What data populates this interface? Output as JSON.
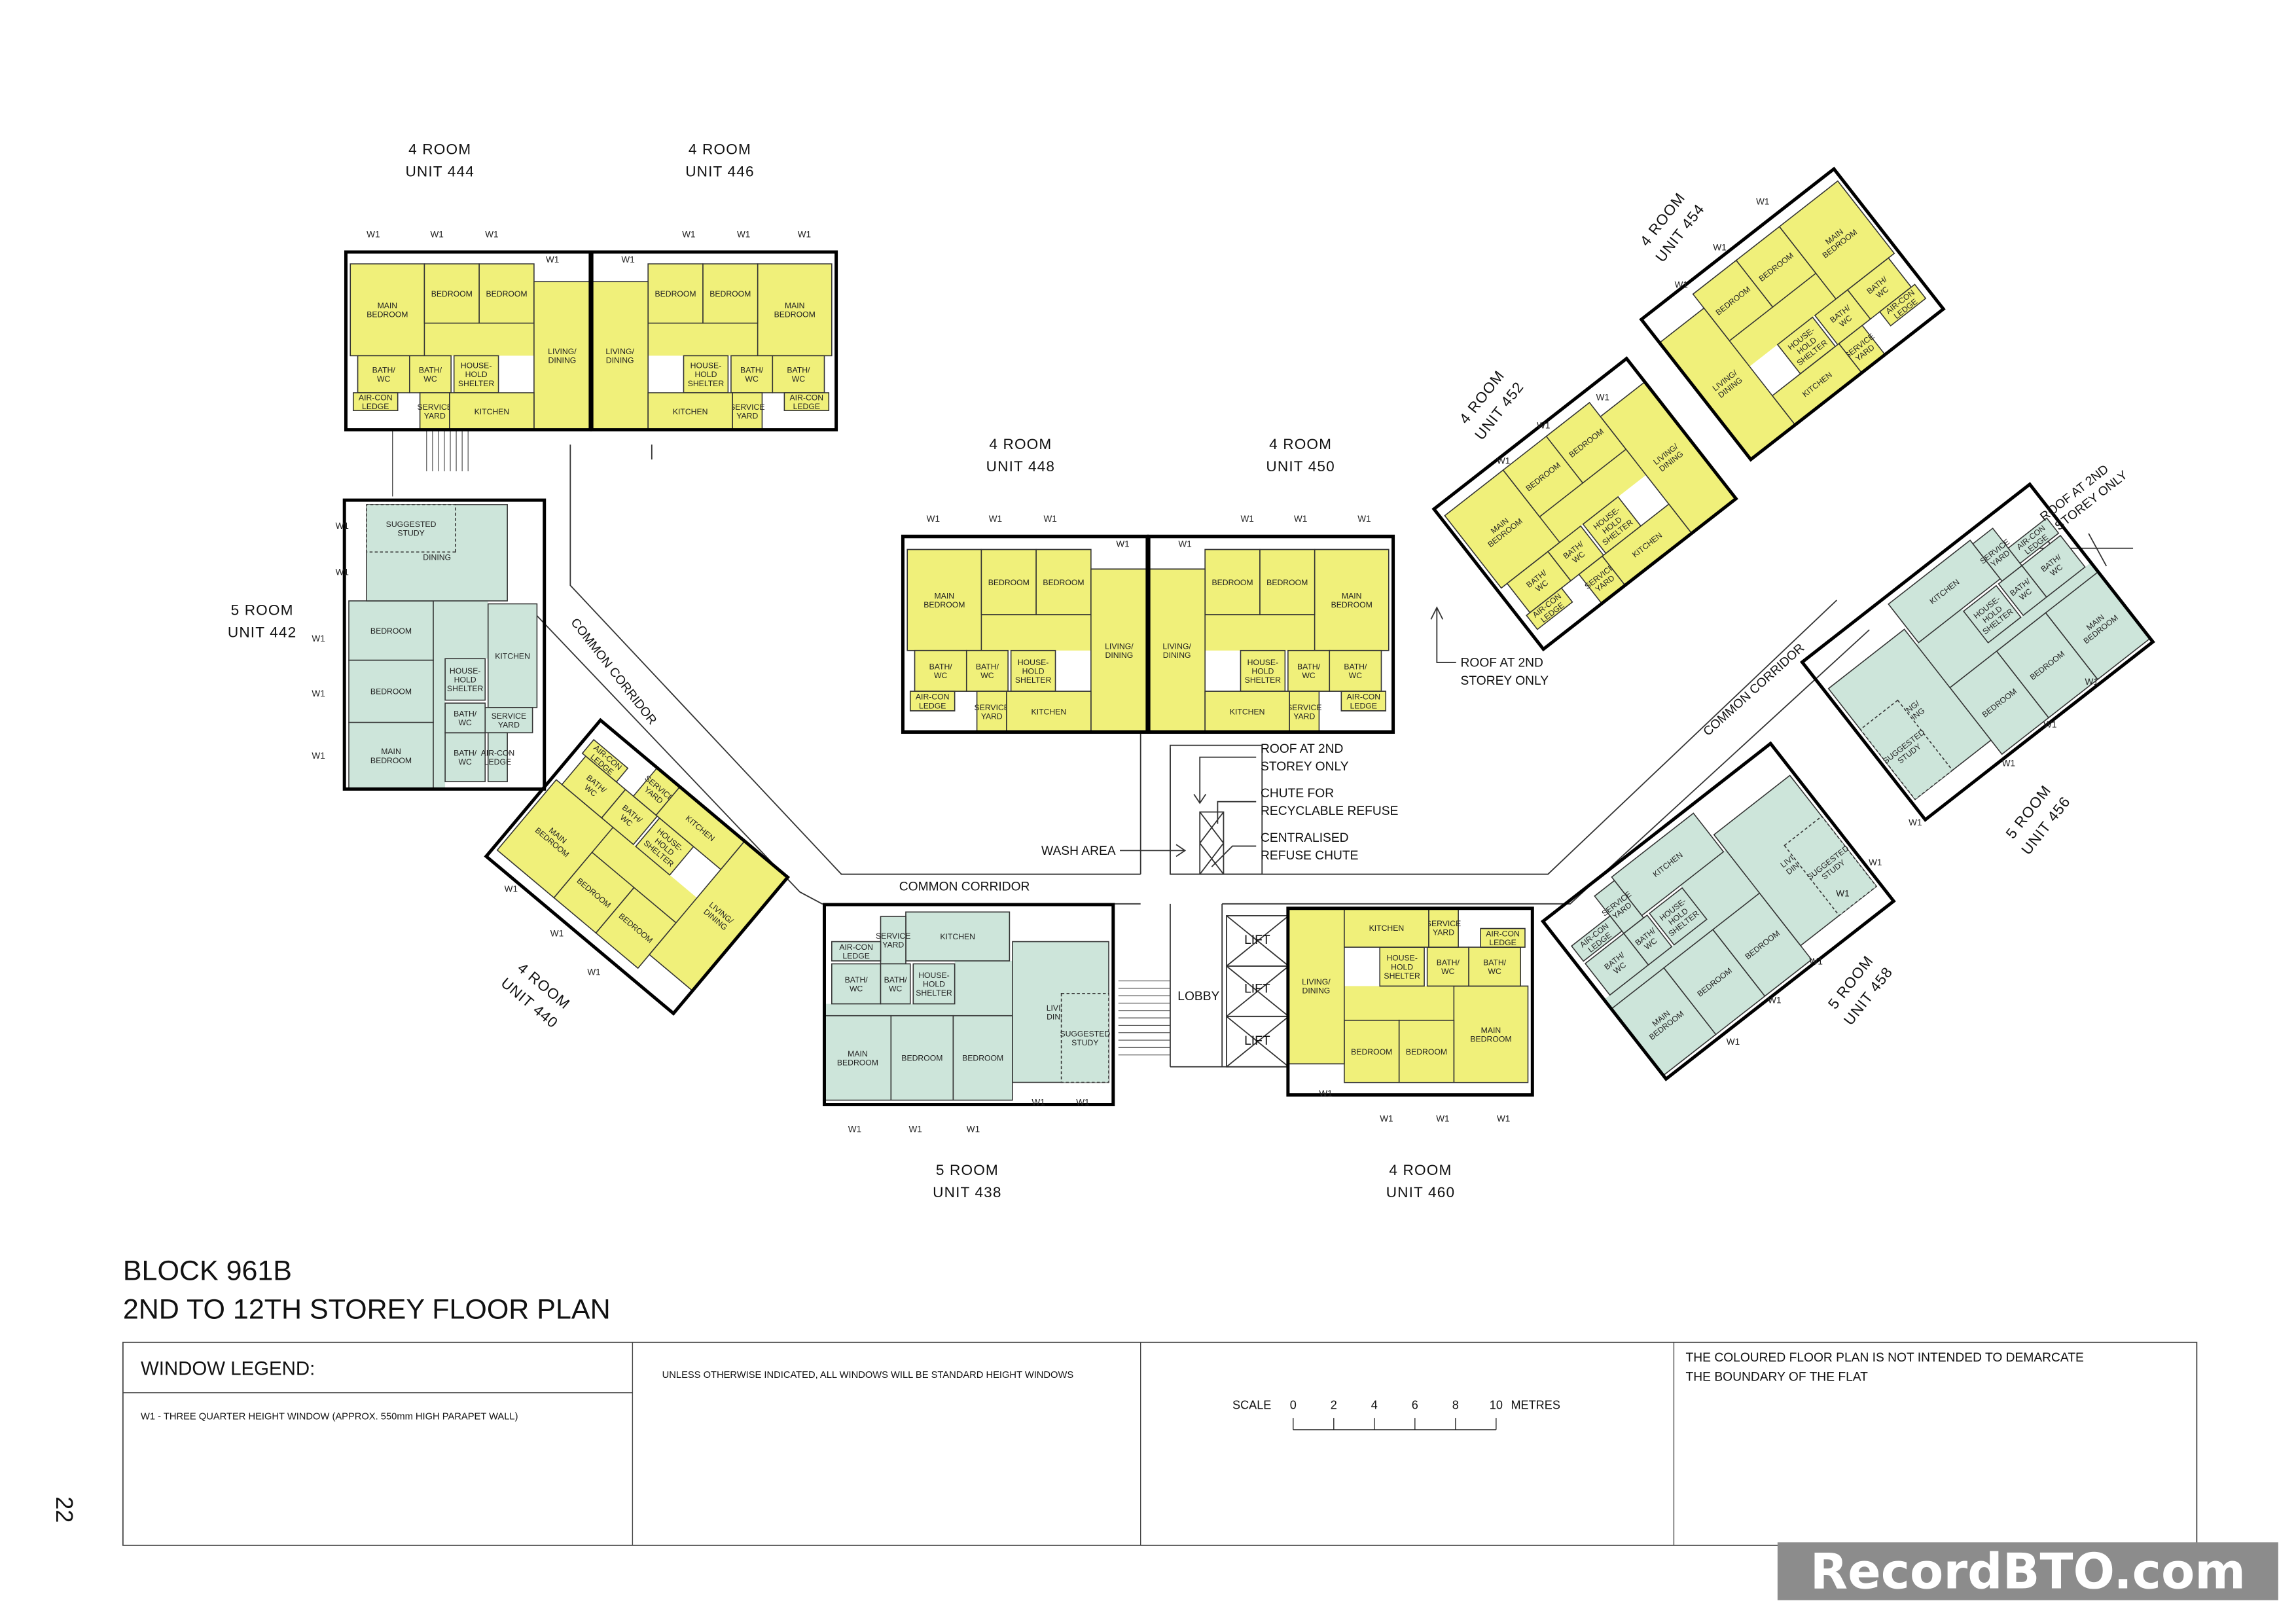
{
  "title": {
    "block": "BLOCK 961B",
    "plan": "2ND TO 12TH STOREY FLOOR PLAN"
  },
  "page_number": "22",
  "watermark": "RecordBTO.com",
  "window_tag": "W1",
  "colors": {
    "four_room": "#F0F07A",
    "five_room": "#CDE5DA",
    "wall": "#000000",
    "watermark_bg": "#8C8C8C"
  },
  "units": [
    {
      "type": "4 ROOM",
      "unit": "UNIT 444",
      "category": "four_room"
    },
    {
      "type": "4 ROOM",
      "unit": "UNIT 446",
      "category": "four_room"
    },
    {
      "type": "5 ROOM",
      "unit": "UNIT 442",
      "category": "five_room"
    },
    {
      "type": "4 ROOM",
      "unit": "UNIT 448",
      "category": "four_room"
    },
    {
      "type": "4 ROOM",
      "unit": "UNIT 450",
      "category": "four_room"
    },
    {
      "type": "4 ROOM",
      "unit": "UNIT 452",
      "category": "four_room"
    },
    {
      "type": "4 ROOM",
      "unit": "UNIT 454",
      "category": "four_room"
    },
    {
      "type": "4 ROOM",
      "unit": "UNIT 440",
      "category": "four_room"
    },
    {
      "type": "5 ROOM",
      "unit": "UNIT 438",
      "category": "five_room"
    },
    {
      "type": "4 ROOM",
      "unit": "UNIT 460",
      "category": "four_room"
    },
    {
      "type": "5 ROOM",
      "unit": "UNIT 456",
      "category": "five_room"
    },
    {
      "type": "5 ROOM",
      "unit": "UNIT 458",
      "category": "five_room"
    }
  ],
  "rooms": {
    "four_room": [
      [
        "MAIN",
        "BEDROOM"
      ],
      [
        "BEDROOM"
      ],
      [
        "BEDROOM"
      ],
      [
        "LIVING/",
        "DINING"
      ],
      [
        "BATH/",
        "WC"
      ],
      [
        "BATH/",
        "WC"
      ],
      [
        "HOUSE-",
        "HOLD",
        "SHELTER"
      ],
      [
        "AIR-CON",
        "LEDGE"
      ],
      [
        "SERVICE",
        "YARD"
      ],
      [
        "KITCHEN"
      ]
    ],
    "five_room": [
      [
        "MAIN",
        "BEDROOM"
      ],
      [
        "BEDROOM"
      ],
      [
        "BEDROOM"
      ],
      [
        "LIVING/",
        "DINING"
      ],
      [
        "SUGGESTED",
        "STUDY"
      ],
      [
        "KITCHEN"
      ],
      [
        "SERVICE",
        "YARD"
      ],
      [
        "HOUSE-",
        "HOLD",
        "SHELTER"
      ],
      [
        "BATH/",
        "WC"
      ],
      [
        "BATH/",
        "WC"
      ],
      [
        "AIR-CON",
        "LEDGE"
      ]
    ]
  },
  "labels": {
    "common_corridor": "COMMON CORRIDOR",
    "lobby": "LOBBY",
    "lift": "LIFT",
    "wash_area": "WASH AREA",
    "roof_2nd": [
      "ROOF AT 2ND",
      "STOREY ONLY"
    ],
    "chute_recyclable": [
      "CHUTE FOR",
      "RECYCLABLE REFUSE"
    ],
    "refuse_chute": [
      "CENTRALISED",
      "REFUSE CHUTE"
    ]
  },
  "legend": {
    "window_legend_title": "WINDOW LEGEND:",
    "w1_note": "W1  -  THREE QUARTER HEIGHT WINDOW (APPROX. 550mm HIGH PARAPET WALL)",
    "standard_note": "UNLESS OTHERWISE INDICATED,  ALL WINDOWS WILL BE STANDARD HEIGHT WINDOWS",
    "scale_label": "SCALE",
    "scale_ticks": [
      "0",
      "2",
      "4",
      "6",
      "8",
      "10"
    ],
    "scale_unit": "METRES",
    "disclaimer": [
      "THE COLOURED FLOOR PLAN IS NOT INTENDED TO DEMARCATE",
      "THE BOUNDARY OF THE FLAT"
    ]
  }
}
